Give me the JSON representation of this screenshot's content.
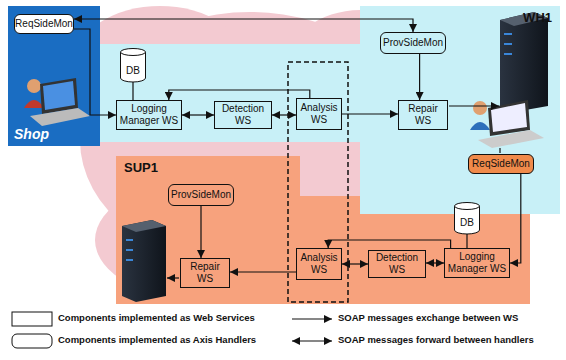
{
  "diagram": {
    "nodes": [
      {
        "text": [
          "Shop"
        ]
      },
      {
        "text": [
          "ReqSideMon"
        ],
        "in": 0
      },
      {
        "text": [
          "DB"
        ]
      },
      {
        "text": [
          "Logging Manager WS"
        ]
      },
      {
        "text": [
          "Detection WS"
        ]
      },
      {
        "text": [
          "Analysis WS"
        ]
      },
      {
        "text": [
          "WH1"
        ]
      },
      {
        "text": [
          "ProvSideMon"
        ],
        "in": 6
      },
      {
        "text": [
          "Repair WS"
        ],
        "in": 6
      },
      {
        "text": [
          "ReqSideMon"
        ],
        "in": 6
      },
      {
        "text": [
          "SUP1"
        ]
      },
      {
        "text": [
          "ProvSideMon"
        ],
        "in": 10
      },
      {
        "text": [
          "Repair WS"
        ],
        "in": 10
      },
      {
        "text": [
          "Analysis WS"
        ]
      },
      {
        "text": [
          "Detection WS"
        ]
      },
      {
        "text": [
          "DB"
        ]
      },
      {
        "text": [
          "Logging Manager WS"
        ]
      }
    ],
    "edges": [
      {
        "from": 1,
        "to": 3,
        "arrow": "to"
      },
      {
        "from": 1,
        "to": 7,
        "arrow": "both"
      },
      {
        "from": 2,
        "to": 3,
        "arrow": "none"
      },
      {
        "from": 3,
        "to": 4,
        "arrow": "both"
      },
      {
        "from": 4,
        "to": 5,
        "arrow": "both"
      },
      {
        "from": 5,
        "to": 3,
        "arrow": "to"
      },
      {
        "from": 5,
        "to": 8,
        "arrow": "to"
      },
      {
        "from": 7,
        "to": 8,
        "arrow": "to"
      },
      {
        "from": 9,
        "to": 16,
        "arrow": "to"
      },
      {
        "from": 15,
        "to": 16,
        "arrow": "none"
      },
      {
        "from": 16,
        "to": 14,
        "arrow": "both"
      },
      {
        "from": 14,
        "to": 13,
        "arrow": "both"
      },
      {
        "from": 16,
        "to": 13,
        "arrow": "to"
      },
      {
        "from": 13,
        "to": 12,
        "arrow": "to"
      },
      {
        "from": 11,
        "to": 12,
        "arrow": "to"
      }
    ],
    "legend": [
      {
        "text": "Components implemented as Web Services"
      },
      {
        "text": "SOAP messages exchange between WS"
      },
      {
        "text": "Components implemented as Axis Handlers"
      },
      {
        "text": "SOAP messages forward between handlers"
      }
    ]
  }
}
